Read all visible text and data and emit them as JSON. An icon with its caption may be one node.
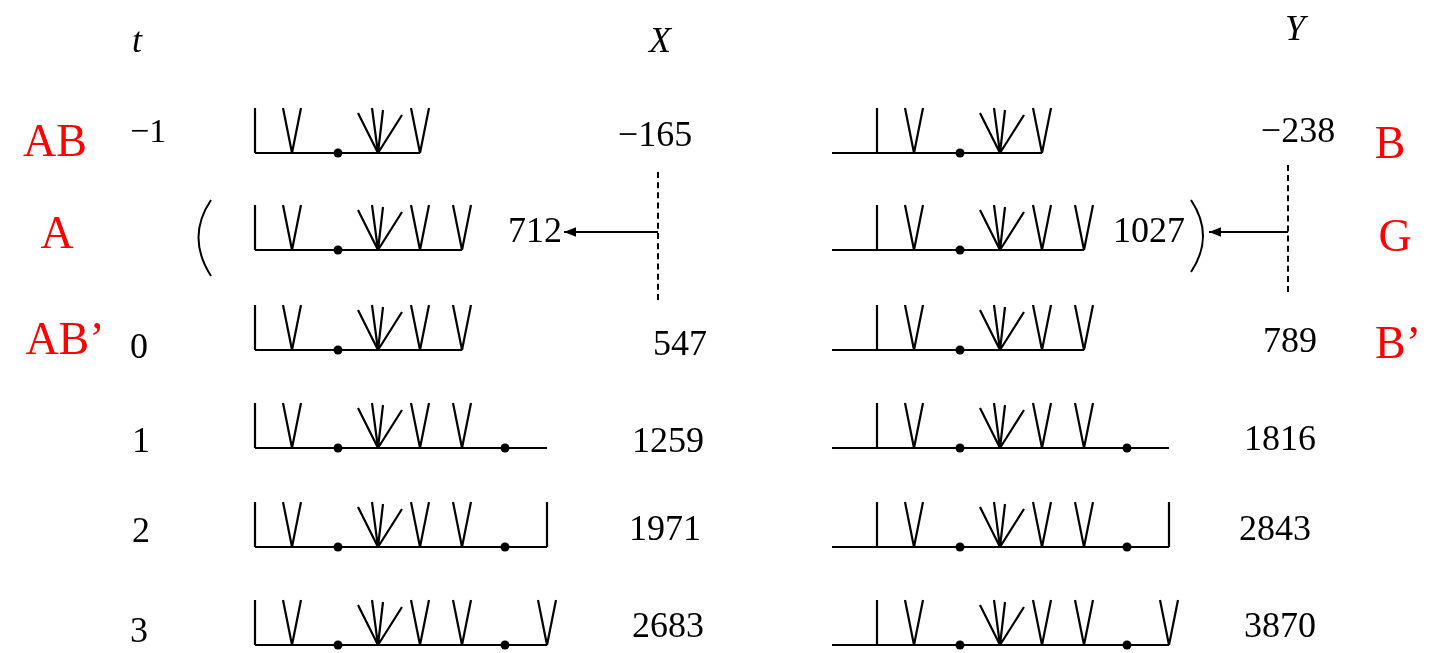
{
  "diagram": {
    "nodes": [
      {
        "text": [
          "712"
        ]
      },
      {
        "text": [],
        "shape": "line"
      },
      {
        "text": [
          "1027"
        ]
      },
      {
        "text": [],
        "shape": "line"
      }
    ],
    "edges": [
      {
        "from": 1,
        "to": 0,
        "arrow": "to"
      },
      {
        "from": 3,
        "to": 2,
        "arrow": "to"
      }
    ],
    "labels": [
      "t",
      "X",
      "Y",
      "AB",
      "−1",
      "−165",
      "−238",
      "B",
      "A",
      "G",
      "AB’",
      "0",
      "547",
      "789",
      "B’",
      "1",
      "1259",
      "1816",
      "2",
      "1971",
      "2843",
      "3",
      "2683",
      "3870"
    ]
  }
}
